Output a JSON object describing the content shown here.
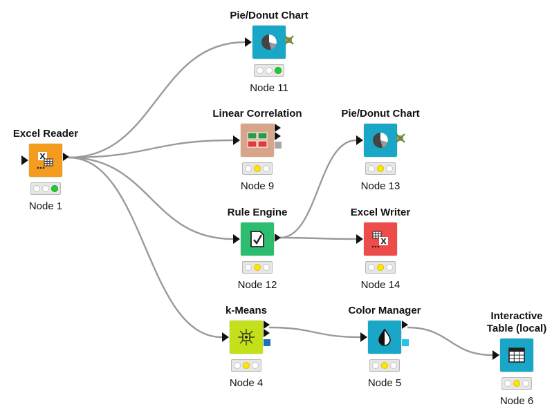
{
  "workflow": {
    "nodes": [
      {
        "id": "n1",
        "title": "Excel Reader",
        "label": "Node 1",
        "type": "excel-reader",
        "color": "#f39c1f",
        "status": "green"
      },
      {
        "id": "n11",
        "title": "Pie/Donut Chart",
        "label": "Node 11",
        "type": "pie-chart",
        "color": "#1aa7c7",
        "status": "green"
      },
      {
        "id": "n9",
        "title": "Linear Correlation",
        "label": "Node 9",
        "type": "linear-correlation",
        "color": "#d9a58a",
        "status": "yellow"
      },
      {
        "id": "n13",
        "title": "Pie/Donut Chart",
        "label": "Node 13",
        "type": "pie-chart",
        "color": "#1aa7c7",
        "status": "yellow"
      },
      {
        "id": "n12",
        "title": "Rule Engine",
        "label": "Node 12",
        "type": "rule-engine",
        "color": "#2dbd6e",
        "status": "yellow"
      },
      {
        "id": "n14",
        "title": "Excel Writer",
        "label": "Node 14",
        "type": "excel-writer",
        "color": "#ee4b4b",
        "status": "yellow"
      },
      {
        "id": "n4",
        "title": "k-Means",
        "label": "Node 4",
        "type": "k-means",
        "color": "#c3e01b",
        "status": "yellow"
      },
      {
        "id": "n5",
        "title": "Color Manager",
        "label": "Node 5",
        "type": "color-manager",
        "color": "#1aa7c7",
        "status": "yellow"
      },
      {
        "id": "n6",
        "title": "Interactive\nTable (local)",
        "label": "Node 6",
        "type": "interactive-table",
        "color": "#1aa7c7",
        "status": "yellow"
      }
    ],
    "connections": [
      {
        "from": "n1",
        "to": "n11"
      },
      {
        "from": "n1",
        "to": "n9"
      },
      {
        "from": "n1",
        "to": "n12"
      },
      {
        "from": "n1",
        "to": "n4"
      },
      {
        "from": "n12",
        "to": "n13"
      },
      {
        "from": "n12",
        "to": "n14"
      },
      {
        "from": "n4",
        "to": "n5"
      },
      {
        "from": "n5",
        "to": "n6"
      }
    ],
    "port_colors": {
      "flow_variable": "#a8a8a8",
      "pmml_model": "#1f6fb8",
      "color_model": "#28c3e6"
    }
  }
}
